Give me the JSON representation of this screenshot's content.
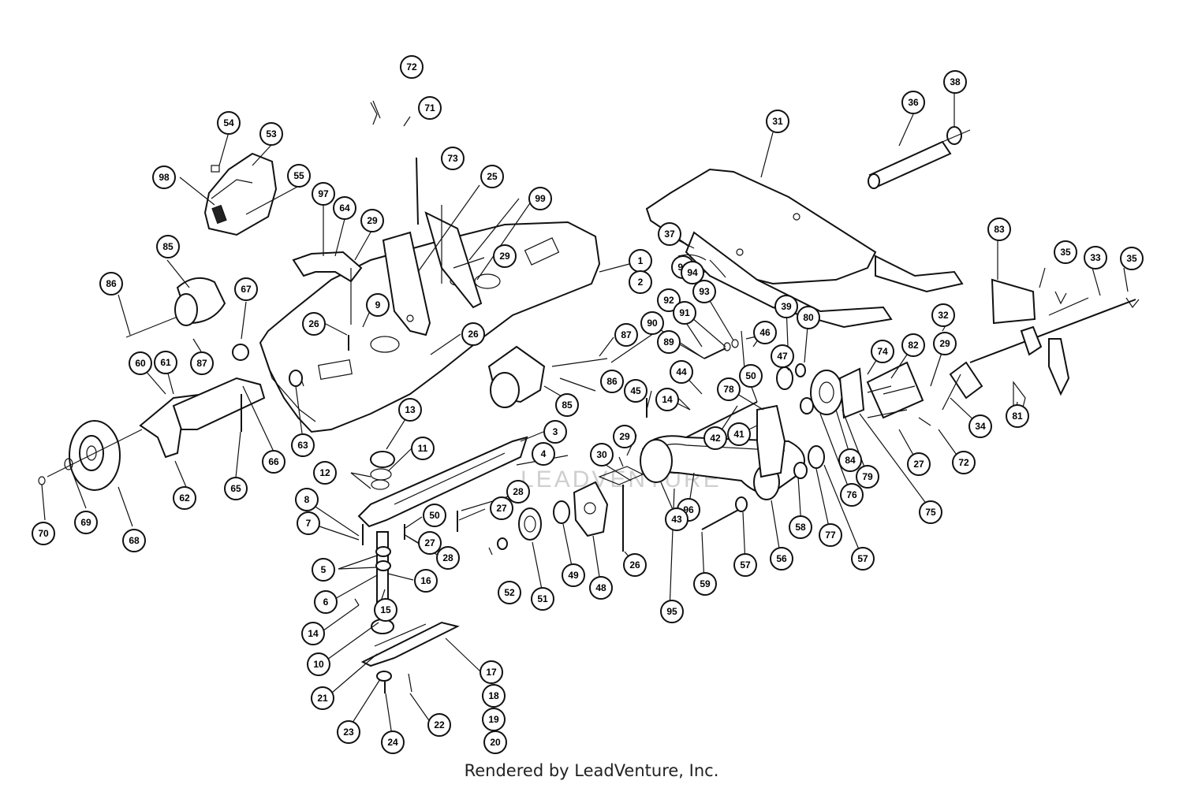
{
  "watermark": "LEADVENTURE",
  "footer": "Rendered by LeadVenture, Inc.",
  "callouts": [
    "72",
    "71",
    "54",
    "53",
    "73",
    "25",
    "98",
    "55",
    "99",
    "31",
    "36",
    "38",
    "97",
    "64",
    "29",
    "85",
    "1",
    "2",
    "37",
    "93",
    "94",
    "83",
    "35",
    "33",
    "35",
    "86",
    "67",
    "29",
    "9",
    "92",
    "26",
    "26",
    "91",
    "93",
    "39",
    "80",
    "32",
    "74",
    "82",
    "29",
    "90",
    "89",
    "87",
    "46",
    "47",
    "86",
    "87",
    "60",
    "61",
    "44",
    "50",
    "78",
    "45",
    "14",
    "85",
    "42",
    "41",
    "13",
    "3",
    "4",
    "11",
    "29",
    "30",
    "84",
    "79",
    "27",
    "72",
    "34",
    "81",
    "12",
    "75",
    "63",
    "66",
    "96",
    "65",
    "8",
    "28",
    "27",
    "50",
    "7",
    "43",
    "62",
    "56",
    "58",
    "77",
    "70",
    "69",
    "68",
    "27",
    "28",
    "26",
    "52",
    "51",
    "49",
    "48",
    "5",
    "16",
    "59",
    "57",
    "57",
    "6",
    "15",
    "95",
    "14",
    "10",
    "17",
    "21",
    "18",
    "22",
    "19",
    "23",
    "24",
    "20",
    "76"
  ]
}
